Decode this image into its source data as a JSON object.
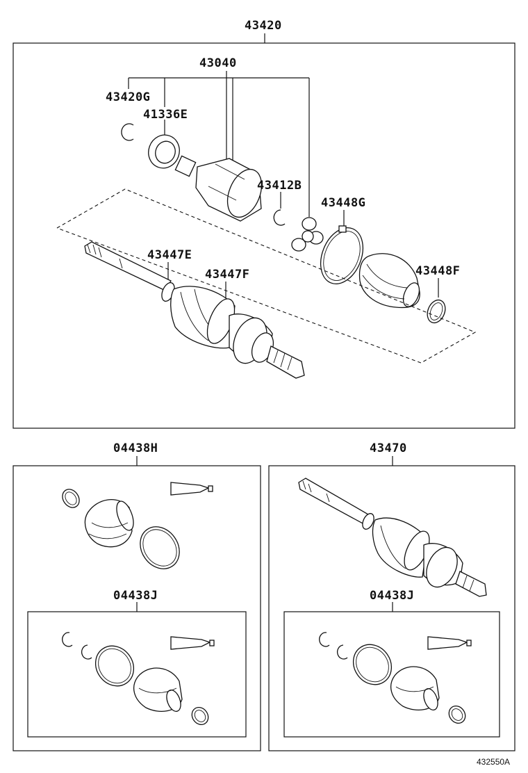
{
  "labels": {
    "assy_main": "43420",
    "inboard_joint": "43040",
    "snap_ring_g": "43420G",
    "seal_e": "41336E",
    "snap_ring_b": "43412B",
    "boot_clamp_g": "43448G",
    "clamp_e": "43447E",
    "clamp_f": "43447F",
    "boot_clamp_f": "43448F",
    "boot_kit_h": "04438H",
    "shaft_assy": "43470",
    "boot_kit_j_left": "04438J",
    "boot_kit_j_right": "04438J"
  },
  "reference_code": "432550A"
}
